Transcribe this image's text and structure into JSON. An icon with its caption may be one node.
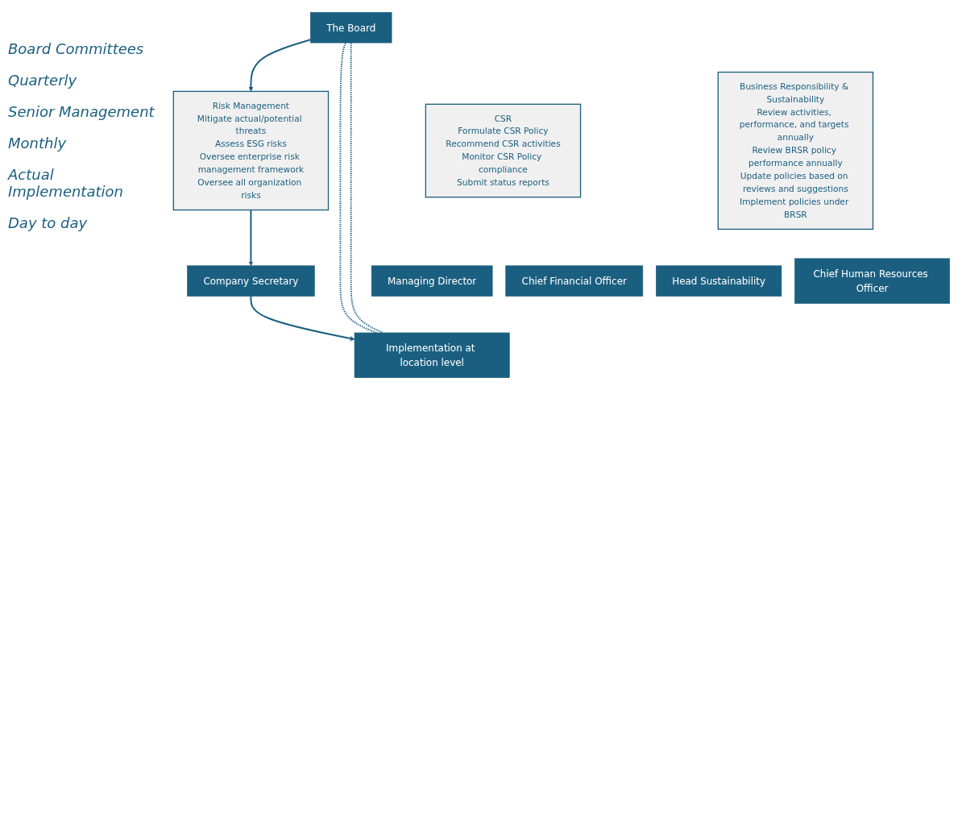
{
  "diagram": {
    "nodes": [
      {
        "text": [
          "The Board"
        ]
      },
      {
        "text": [
          "CSR",
          "Formulate CSR Policy",
          "Recommend CSR activities",
          "Monitor CSR Policy compliance",
          "Submit status reports"
        ]
      },
      {
        "text": [
          "Risk Management",
          "Mitigate actual/potential threats",
          "Assess ESG risks",
          "Oversee enterprise risk management framework",
          "Oversee all organization risks"
        ]
      },
      {
        "text": [
          "Business Responsibility & Sustainability",
          "Review activities, performance, and targets annually",
          "Review BRSR policy performance annually",
          "Update policies based on reviews and suggestions",
          "Implement policies under BRSR"
        ]
      },
      {
        "text": [
          "Managing Director"
        ]
      },
      {
        "text": [
          "Chief Financial Officer"
        ]
      },
      {
        "text": [
          "Company Secretary"
        ]
      },
      {
        "text": [
          "Head Sustainability"
        ]
      },
      {
        "text": [
          "Chief Human Resources Officer"
        ]
      },
      {
        "text": [
          "Implementation at location level"
        ]
      }
    ],
    "edges": [
      {
        "from": 0,
        "to": 2,
        "arrow": "to"
      },
      {
        "from": 2,
        "to": 6,
        "arrow": "to"
      },
      {
        "from": 6,
        "to": 9,
        "arrow": "to"
      },
      {
        "from": 0,
        "to": 9,
        "arrow": "none",
        "style": "dashed"
      },
      {
        "from": 0,
        "to": 9,
        "arrow": "none",
        "style": "dashed"
      }
    ],
    "labels": [
      "Board Committees",
      "Quarterly",
      "Senior Management",
      "Monthly",
      "Actual Implementation",
      "Day to day"
    ]
  }
}
